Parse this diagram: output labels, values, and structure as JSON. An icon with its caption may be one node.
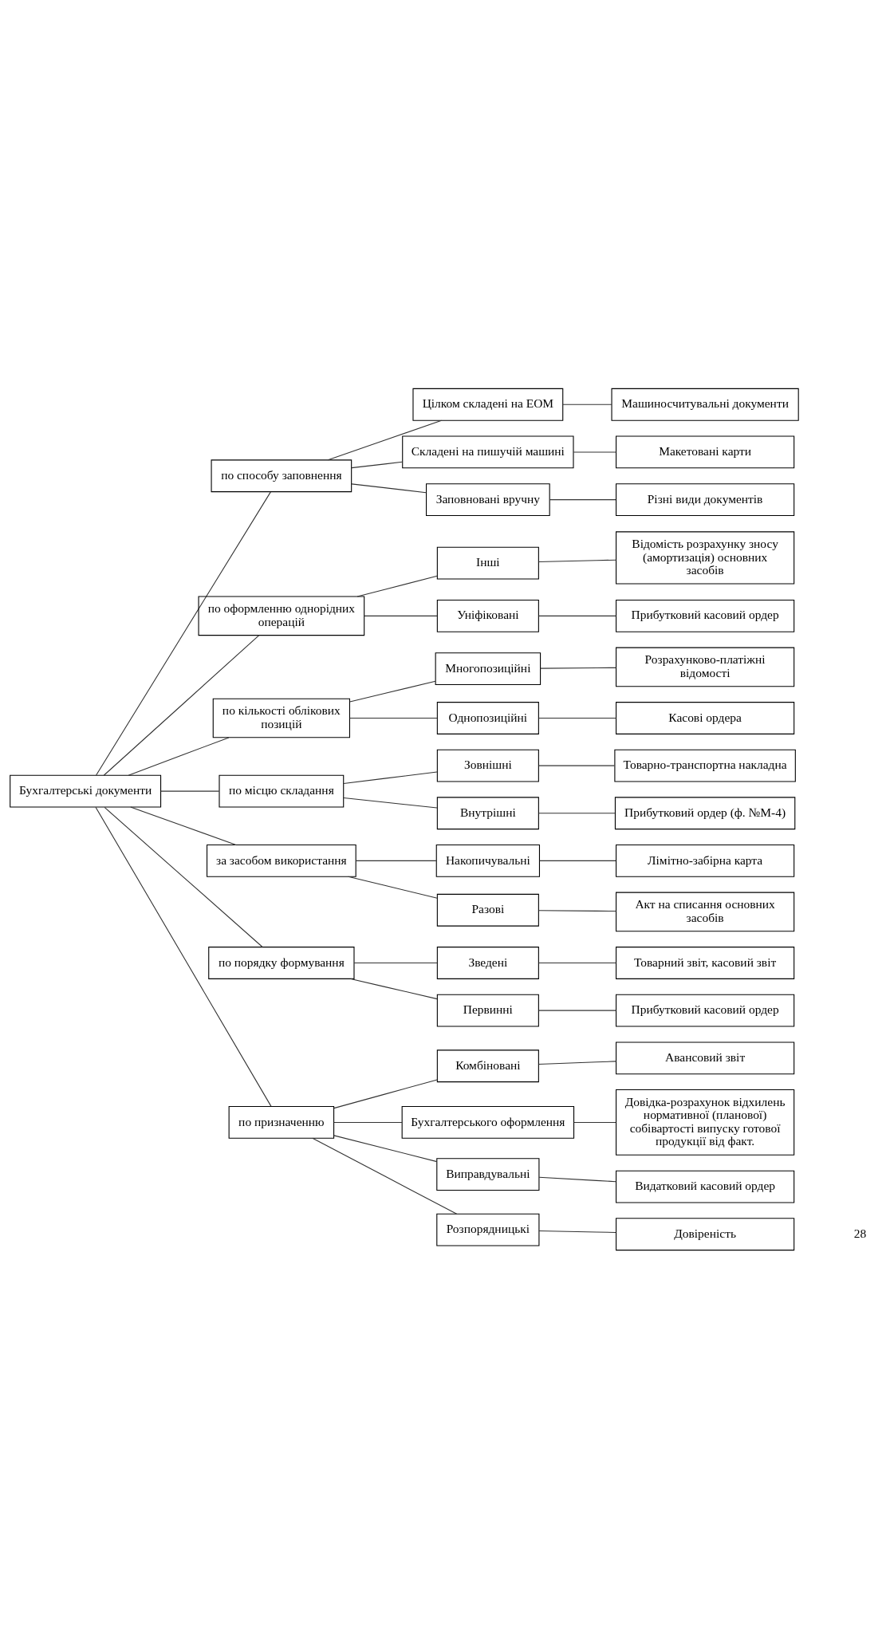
{
  "diagram": {
    "nodes": [
      {
        "text": [
          "Бухгалтерські документи"
        ]
      },
      {
        "text": [
          "по способу заповнення"
        ]
      },
      {
        "text": [
          "по оформленню однорідних операцій"
        ]
      },
      {
        "text": [
          "по кількості облікових позицій"
        ]
      },
      {
        "text": [
          "по місцю складання"
        ]
      },
      {
        "text": [
          "за засобом використання"
        ]
      },
      {
        "text": [
          "по порядку формування"
        ]
      },
      {
        "text": [
          "по призначенню"
        ]
      },
      {
        "text": [
          "Цілком складені на ЕОМ"
        ]
      },
      {
        "text": [
          "Складені на пишучій машині"
        ]
      },
      {
        "text": [
          "Заповновані вручну"
        ]
      },
      {
        "text": [
          "Інші"
        ]
      },
      {
        "text": [
          "Уніфіковані"
        ]
      },
      {
        "text": [
          "Многопозиційні"
        ]
      },
      {
        "text": [
          "Однопозиційні"
        ]
      },
      {
        "text": [
          "Зовнішні"
        ]
      },
      {
        "text": [
          "Внутрішні"
        ]
      },
      {
        "text": [
          "Накопичувальні"
        ]
      },
      {
        "text": [
          "Разові"
        ]
      },
      {
        "text": [
          "Зведені"
        ]
      },
      {
        "text": [
          "Первинні"
        ]
      },
      {
        "text": [
          "Комбіновані"
        ]
      },
      {
        "text": [
          "Бухгалтерського оформлення"
        ]
      },
      {
        "text": [
          "Виправдувальні"
        ]
      },
      {
        "text": [
          "Розпорядницькі"
        ]
      },
      {
        "text": [
          "Машиносчитувальні документи"
        ]
      },
      {
        "text": [
          "Макетовані карти"
        ]
      },
      {
        "text": [
          "Різні види документів"
        ]
      },
      {
        "text": [
          "Відомість розрахунку зносу (амортизація) основних засобів"
        ]
      },
      {
        "text": [
          "Прибутковий касовий ордер"
        ]
      },
      {
        "text": [
          "Розрахунково-платіжні відомості"
        ]
      },
      {
        "text": [
          "Касові ордера"
        ]
      },
      {
        "text": [
          "Товарно-транспортна накладна"
        ]
      },
      {
        "text": [
          "Прибутковий ордер (ф. №М-4)"
        ]
      },
      {
        "text": [
          "Лімітно-забірна карта"
        ]
      },
      {
        "text": [
          "Акт на списання основних засобів"
        ]
      },
      {
        "text": [
          "Товарний звіт, касовий звіт"
        ]
      },
      {
        "text": [
          "Прибутковий касовий ордер"
        ]
      },
      {
        "text": [
          "Авансовий звіт"
        ]
      },
      {
        "text": [
          "Довідка-розрахунок відхилень нормативної (планової) собівартості випуску готової продукції від факт."
        ]
      },
      {
        "text": [
          "Видатковий касовий ордер"
        ]
      },
      {
        "text": [
          "Довіреність"
        ]
      }
    ],
    "edges": [
      {
        "from": 0,
        "to": 1,
        "arrow": "none"
      },
      {
        "from": 0,
        "to": 2,
        "arrow": "none"
      },
      {
        "from": 0,
        "to": 3,
        "arrow": "none"
      },
      {
        "from": 0,
        "to": 4,
        "arrow": "none"
      },
      {
        "from": 0,
        "to": 5,
        "arrow": "none"
      },
      {
        "from": 0,
        "to": 6,
        "arrow": "none"
      },
      {
        "from": 0,
        "to": 7,
        "arrow": "none"
      },
      {
        "from": 1,
        "to": 8,
        "arrow": "none"
      },
      {
        "from": 1,
        "to": 9,
        "arrow": "none"
      },
      {
        "from": 1,
        "to": 10,
        "arrow": "none"
      },
      {
        "from": 2,
        "to": 11,
        "arrow": "none"
      },
      {
        "from": 2,
        "to": 12,
        "arrow": "none"
      },
      {
        "from": 3,
        "to": 13,
        "arrow": "none"
      },
      {
        "from": 3,
        "to": 14,
        "arrow": "none"
      },
      {
        "from": 4,
        "to": 15,
        "arrow": "none"
      },
      {
        "from": 4,
        "to": 16,
        "arrow": "none"
      },
      {
        "from": 5,
        "to": 17,
        "arrow": "none"
      },
      {
        "from": 5,
        "to": 18,
        "arrow": "none"
      },
      {
        "from": 6,
        "to": 19,
        "arrow": "none"
      },
      {
        "from": 6,
        "to": 20,
        "arrow": "none"
      },
      {
        "from": 7,
        "to": 21,
        "arrow": "none"
      },
      {
        "from": 7,
        "to": 22,
        "arrow": "none"
      },
      {
        "from": 7,
        "to": 23,
        "arrow": "none"
      },
      {
        "from": 7,
        "to": 24,
        "arrow": "none"
      },
      {
        "from": 8,
        "to": 25,
        "arrow": "none"
      },
      {
        "from": 9,
        "to": 26,
        "arrow": "none"
      },
      {
        "from": 10,
        "to": 27,
        "arrow": "none"
      },
      {
        "from": 11,
        "to": 28,
        "arrow": "none"
      },
      {
        "from": 12,
        "to": 29,
        "arrow": "none"
      },
      {
        "from": 13,
        "to": 30,
        "arrow": "none"
      },
      {
        "from": 14,
        "to": 31,
        "arrow": "none"
      },
      {
        "from": 15,
        "to": 32,
        "arrow": "none"
      },
      {
        "from": 16,
        "to": 33,
        "arrow": "none"
      },
      {
        "from": 17,
        "to": 34,
        "arrow": "none"
      },
      {
        "from": 18,
        "to": 35,
        "arrow": "none"
      },
      {
        "from": 19,
        "to": 36,
        "arrow": "none"
      },
      {
        "from": 20,
        "to": 37,
        "arrow": "none"
      },
      {
        "from": 21,
        "to": 38,
        "arrow": "none"
      },
      {
        "from": 22,
        "to": 39,
        "arrow": "none"
      },
      {
        "from": 23,
        "to": 40,
        "arrow": "none"
      },
      {
        "from": 24,
        "to": 41,
        "arrow": "none"
      }
    ],
    "labels": [
      "28"
    ]
  }
}
